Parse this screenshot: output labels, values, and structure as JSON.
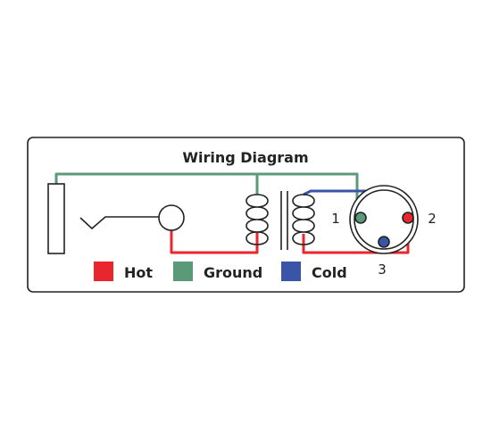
{
  "title": "Wiring Diagram",
  "colors": {
    "hot": "#e8262b",
    "ground": "#5a9a78",
    "cold": "#3a55a8",
    "outline": "#222222"
  },
  "legend": [
    {
      "label": "Hot",
      "color": "#e8262b"
    },
    {
      "label": "Ground",
      "color": "#5a9a78"
    },
    {
      "label": "Cold",
      "color": "#3a55a8"
    }
  ],
  "pins": {
    "p1": "1",
    "p2": "2",
    "p3": "3"
  }
}
